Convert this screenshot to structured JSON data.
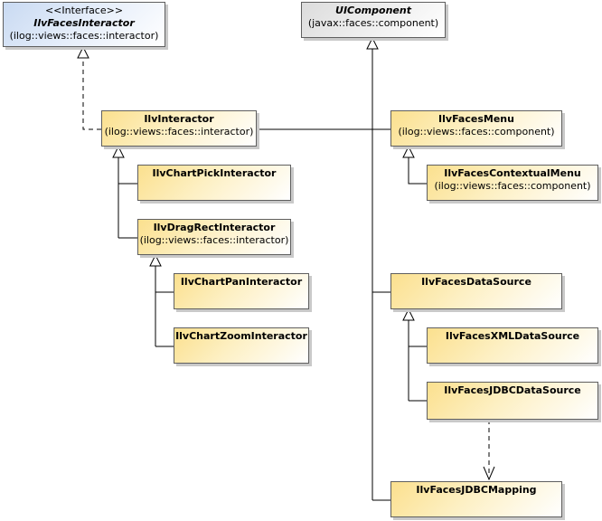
{
  "classes": {
    "ilv_faces_interactor": {
      "stereotype": "<<Interface>>",
      "name": "IlvFacesInteractor",
      "package": "(ilog::views::faces::interactor)"
    },
    "ui_component": {
      "name": "UIComponent",
      "package": "(javax::faces::component)"
    },
    "ilv_interactor": {
      "name": "IlvInteractor",
      "package": "(ilog::views::faces::interactor)"
    },
    "ilv_faces_menu": {
      "name": "IlvFacesMenu",
      "package": "(ilog::views::faces::component)"
    },
    "ilv_chart_pick_interactor": {
      "name": "IlvChartPickInteractor"
    },
    "ilv_faces_contextual_menu": {
      "name": "IlvFacesContextualMenu",
      "package": "(ilog::views::faces::component)"
    },
    "ilv_drag_rect_interactor": {
      "name": "IlvDragRectInteractor",
      "package": "(ilog::views::faces::interactor)"
    },
    "ilv_chart_pan_interactor": {
      "name": "IlvChartPanInteractor"
    },
    "ilv_chart_zoom_interactor": {
      "name": "IlvChartZoomInteractor"
    },
    "ilv_faces_data_source": {
      "name": "IlvFacesDataSource"
    },
    "ilv_faces_xml_data_source": {
      "name": "IlvFacesXMLDataSource"
    },
    "ilv_faces_jdbc_data_source": {
      "name": "IlvFacesJDBCDataSource"
    },
    "ilv_faces_jdbc_mapping": {
      "name": "IlvFacesJDBCMapping"
    }
  }
}
